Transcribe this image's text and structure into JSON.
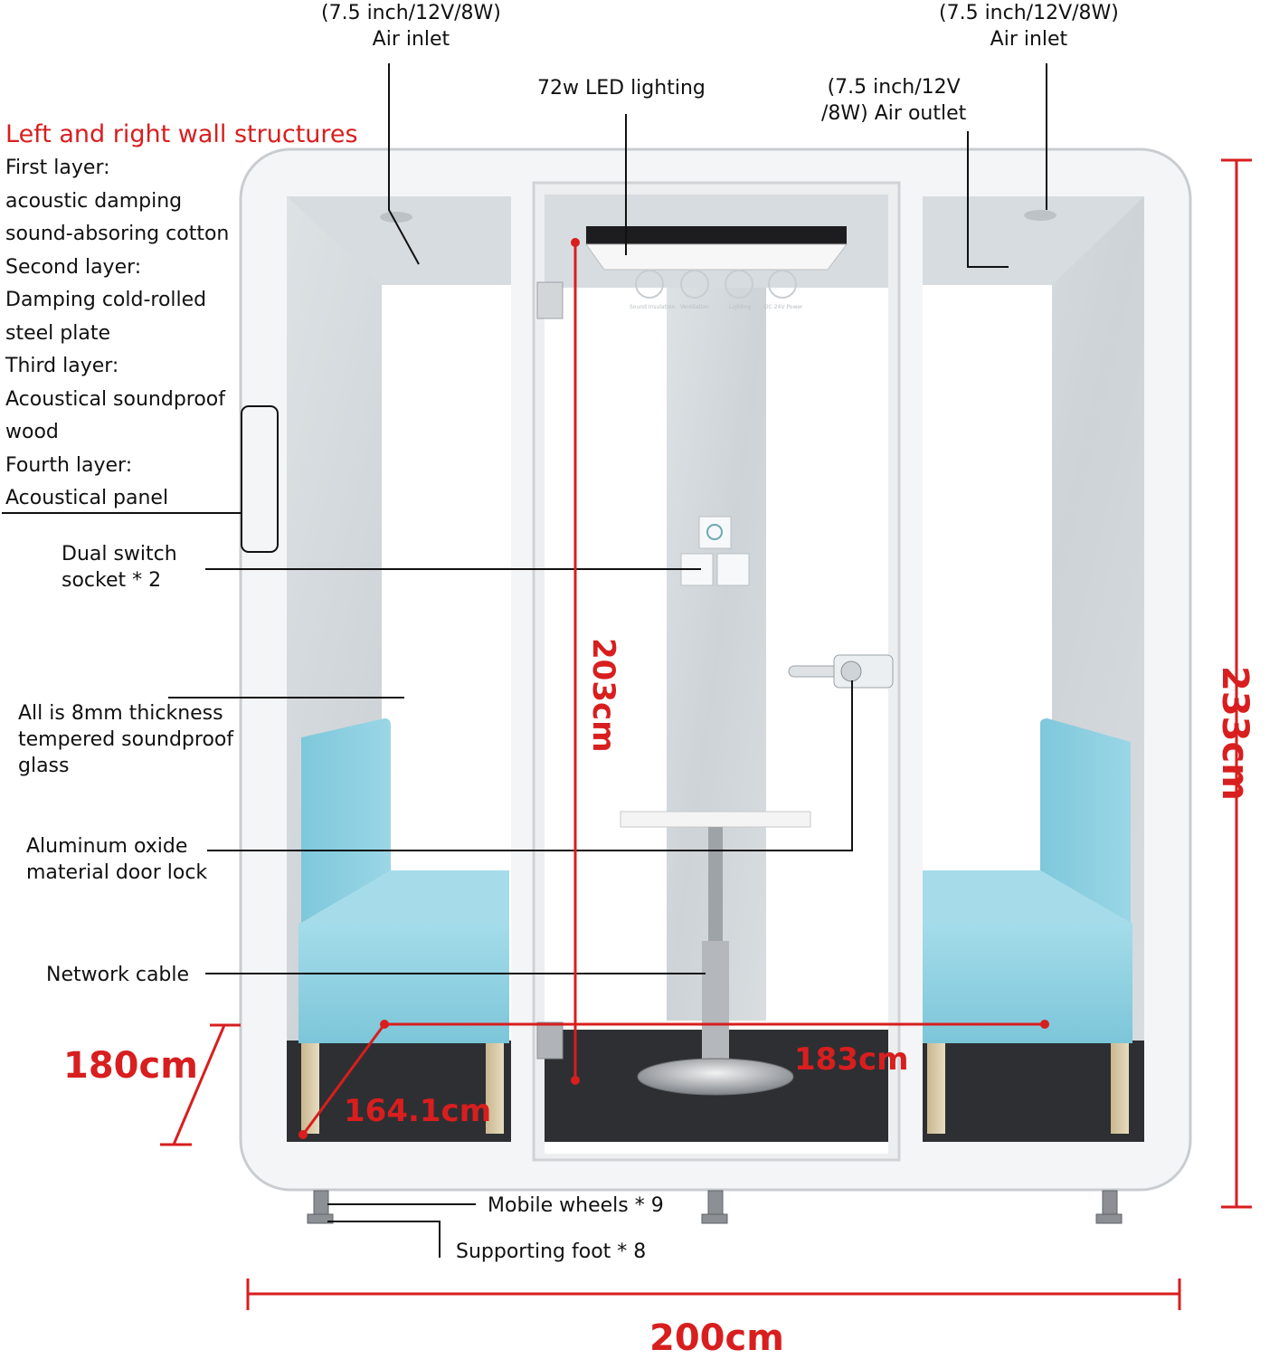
{
  "colors": {
    "accent_red": "#d81e1e",
    "frame_white": "#f4f5f6",
    "felt_gray": "#d3d8dc",
    "seat_blue": "#86cfe0",
    "carpet": "#2e2f33"
  },
  "labels": {
    "air_inlet_left": [
      "(7.5 inch/12V/8W)",
      "Air  inlet"
    ],
    "air_inlet_right": [
      "(7.5 inch/12V/8W)",
      "Air  inlet"
    ],
    "led": "72w LED lighting",
    "air_outlet": [
      "(7.5 inch/12V",
      "/8W) Air outlet"
    ],
    "dual_switch": [
      "Dual switch",
      "socket * 2"
    ],
    "glass": [
      "All is 8mm thickness",
      "tempered soundproof",
      "glass"
    ],
    "door_lock": [
      "Aluminum oxide",
      "material door lock"
    ],
    "network": "Network cable",
    "wheels": "Mobile wheels * 9",
    "foot": "Supporting foot * 8"
  },
  "wall_structure": {
    "title": "Left and right wall structures",
    "lines": [
      "First layer:",
      "acoustic damping",
      "sound-absoring cotton",
      "Second layer:",
      "Damping cold-rolled",
      "steel plate",
      "Third layer:",
      "Acoustical soundproof",
      "wood",
      "Fourth layer:",
      "Acoustical panel"
    ]
  },
  "dimensions": {
    "height": "233cm",
    "interior_height": "203cm",
    "width": "200cm",
    "depth": "180cm",
    "interior_width": "183cm",
    "interior_diagonal": "164.1cm"
  },
  "panel_icon_labels": [
    "Sound Insulation",
    "Ventilation",
    "Lighting",
    "DC 24V Power"
  ]
}
